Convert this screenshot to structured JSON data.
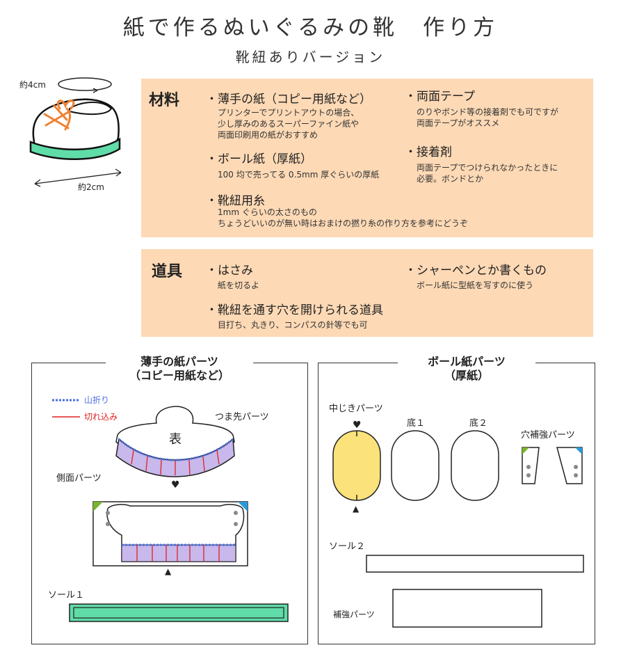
{
  "header": {
    "title": "紙で作るぬいぐるみの靴　作り方",
    "subtitle": "靴紐ありバージョン"
  },
  "illustration": {
    "width_label": "約4cm",
    "length_label": "約2cm"
  },
  "materials": {
    "heading": "材料",
    "items": [
      {
        "label": "・薄手の紙（コピー用紙など）",
        "notes": [
          "プリンターでプリントアウトの場合、",
          "少し厚みのあるスーパーファイン紙や",
          "両面印刷用の紙がおすすめ"
        ]
      },
      {
        "label": "・ボール紙（厚紙）",
        "notes": [
          "100 均で売ってる 0.5mm 厚ぐらいの厚紙"
        ]
      },
      {
        "label": "・靴紐用糸",
        "notes": [
          "1mm ぐらいの太さのもの",
          "ちょうどいいのが無い時はおまけの撚り糸の作り方を参考にどうぞ"
        ]
      },
      {
        "label": "・両面テープ",
        "notes": [
          "のりやボンド等の接着剤でも可ですが",
          "両面テープがオススメ"
        ]
      },
      {
        "label": "・接着剤",
        "notes": [
          "両面テープでつけられなかったときに",
          "必要。ボンドとか"
        ]
      }
    ]
  },
  "tools": {
    "heading": "道具",
    "items": [
      {
        "label": "・はさみ",
        "note": "紙を切るよ"
      },
      {
        "label": "・靴紐を通す穴を開けられる道具",
        "note": "目打ち、丸きり、コンパスの針等でも可"
      },
      {
        "label": "・シャーペンとか書くもの",
        "note": "ボール紙に型紙を写すのに使う"
      }
    ]
  },
  "thin_parts": {
    "title_line1": "薄手の紙パーツ",
    "title_line2": "（コピー用紙など）",
    "legend_fold": "山折り",
    "legend_cut": "切れ込み",
    "toe_label": "つま先パーツ",
    "front_mark": "表",
    "side_label": "側面パーツ",
    "sole1_label": "ソール１"
  },
  "board_parts": {
    "title_line1": "ボール紙パーツ",
    "title_line2": "（厚紙）",
    "insole_label": "中じきパーツ",
    "bottom1_label": "底１",
    "bottom2_label": "底２",
    "hole_label": "穴補強パーツ",
    "sole2_label": "ソール２",
    "reinforce_label": "補強パーツ"
  },
  "colors": {
    "panel": "#fdd9b5",
    "fold_line": "#4a6ee0",
    "cut_line": "#e02020",
    "toe_fill": "#c8b8ec",
    "sole_fill": "#5fdca8",
    "insole_fill": "#fbe27a",
    "corner_green": "#7ab32c",
    "corner_blue": "#2a9ad8"
  }
}
